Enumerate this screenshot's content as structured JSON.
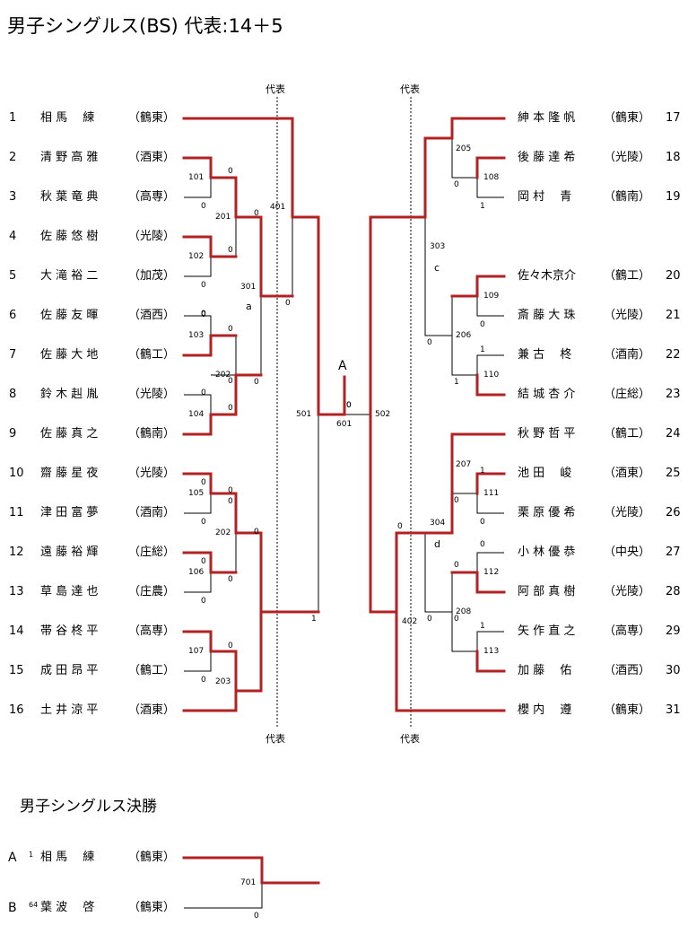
{
  "title": "男子シングルス(BS)  代表:14＋5",
  "final_title": "男子シングルス決勝",
  "daihyo_label": "代表",
  "accent_color": "#b22222",
  "left_players": [
    {
      "seed": "1",
      "name": "相 馬　 練",
      "school": "（鶴東）"
    },
    {
      "seed": "2",
      "name": "清 野 高 雅",
      "school": "（酒東）"
    },
    {
      "seed": "3",
      "name": "秋 葉 竜 典",
      "school": "（高専）"
    },
    {
      "seed": "4",
      "name": "佐 藤 悠 樹",
      "school": "（光陵）"
    },
    {
      "seed": "5",
      "name": "大 滝 裕 二",
      "school": "（加茂）"
    },
    {
      "seed": "6",
      "name": "佐 藤 友 暉",
      "school": "（酒西）"
    },
    {
      "seed": "7",
      "name": "佐 藤 大 地",
      "school": "（鶴工）"
    },
    {
      "seed": "8",
      "name": "鈴 木 赳 胤",
      "school": "（光陵）"
    },
    {
      "seed": "9",
      "name": "佐 藤 真 之",
      "school": "（鶴南）"
    },
    {
      "seed": "10",
      "name": "齋 藤 星 夜",
      "school": "（光陵）"
    },
    {
      "seed": "11",
      "name": "津 田 富 夢",
      "school": "（酒南）"
    },
    {
      "seed": "12",
      "name": "遠 藤 裕 輝",
      "school": "（庄総）"
    },
    {
      "seed": "13",
      "name": "草 島 達 也",
      "school": "（庄農）"
    },
    {
      "seed": "14",
      "name": "帯 谷 柊 平",
      "school": "（高専）"
    },
    {
      "seed": "15",
      "name": "成 田 昂 平",
      "school": "（鶴工）"
    },
    {
      "seed": "16",
      "name": "土 井 涼 平",
      "school": "（酒東）"
    }
  ],
  "right_players": [
    {
      "seed": "17",
      "name": "紳 本 隆 帆",
      "school": "（鶴東）"
    },
    {
      "seed": "18",
      "name": "後 藤 達 希",
      "school": "（光陵）"
    },
    {
      "seed": "19",
      "name": "岡 村　 青",
      "school": "（鶴南）"
    },
    {
      "seed": "20",
      "name": "佐々木京介",
      "school": "（鶴工）"
    },
    {
      "seed": "21",
      "name": "斎 藤 大 珠",
      "school": "（光陵）"
    },
    {
      "seed": "22",
      "name": "兼 古　 柊",
      "school": "（酒南）"
    },
    {
      "seed": "23",
      "name": "結 城 杏 介",
      "school": "（庄総）"
    },
    {
      "seed": "24",
      "name": "秋 野 哲 平",
      "school": "（鶴工）"
    },
    {
      "seed": "25",
      "name": "池 田　 峻",
      "school": "（酒東）"
    },
    {
      "seed": "26",
      "name": "栗 原 優 希",
      "school": "（光陵）"
    },
    {
      "seed": "27",
      "name": "小 林 優 恭",
      "school": "（中央）"
    },
    {
      "seed": "28",
      "name": "阿 部 真 樹",
      "school": "（光陵）"
    },
    {
      "seed": "29",
      "name": "矢 作 直 之",
      "school": "（高専）"
    },
    {
      "seed": "30",
      "name": "加 藤　 佑",
      "school": "（酒西）"
    },
    {
      "seed": "31",
      "name": "櫻 内　 遵",
      "school": "（鶴東）"
    }
  ],
  "final_players": [
    {
      "label": "A",
      "seed": "1",
      "name": "相 馬　 練",
      "school": "（鶴東）"
    },
    {
      "label": "B",
      "seed": "64",
      "name": "葉 波　 啓",
      "school": "（鶴東）"
    }
  ],
  "match_labels": [
    {
      "text": "101"
    },
    {
      "text": "102"
    },
    {
      "text": "103"
    },
    {
      "text": "104"
    },
    {
      "text": "105"
    },
    {
      "text": "106"
    },
    {
      "text": "107"
    },
    {
      "text": "108"
    },
    {
      "text": "109"
    },
    {
      "text": "110"
    },
    {
      "text": "111"
    },
    {
      "text": "112"
    },
    {
      "text": "113"
    },
    {
      "text": "201"
    },
    {
      "text": "202"
    },
    {
      "text": "202"
    },
    {
      "text": "203"
    },
    {
      "text": "205"
    },
    {
      "text": "206"
    },
    {
      "text": "207"
    },
    {
      "text": "208"
    },
    {
      "text": "301"
    },
    {
      "text": "303"
    },
    {
      "text": "304"
    },
    {
      "text": "401"
    },
    {
      "text": "402"
    },
    {
      "text": "501"
    },
    {
      "text": "502"
    },
    {
      "text": "601"
    },
    {
      "text": "701"
    }
  ],
  "scores": [
    "0",
    "0",
    "0",
    "0",
    "0",
    "0",
    "0",
    "0",
    "0",
    "0",
    "0",
    "0",
    "0",
    "0",
    "0",
    "0",
    "0",
    "0",
    "1",
    "0",
    "1",
    "0",
    "1",
    "1",
    "0",
    "0",
    "0",
    "0",
    "0",
    "1",
    "0",
    "0",
    "0",
    "0",
    "0",
    "0",
    "0",
    "1",
    "0",
    "0",
    "0",
    "0"
  ],
  "group_letters": [
    "a",
    "c",
    "d"
  ],
  "block_label": "A"
}
